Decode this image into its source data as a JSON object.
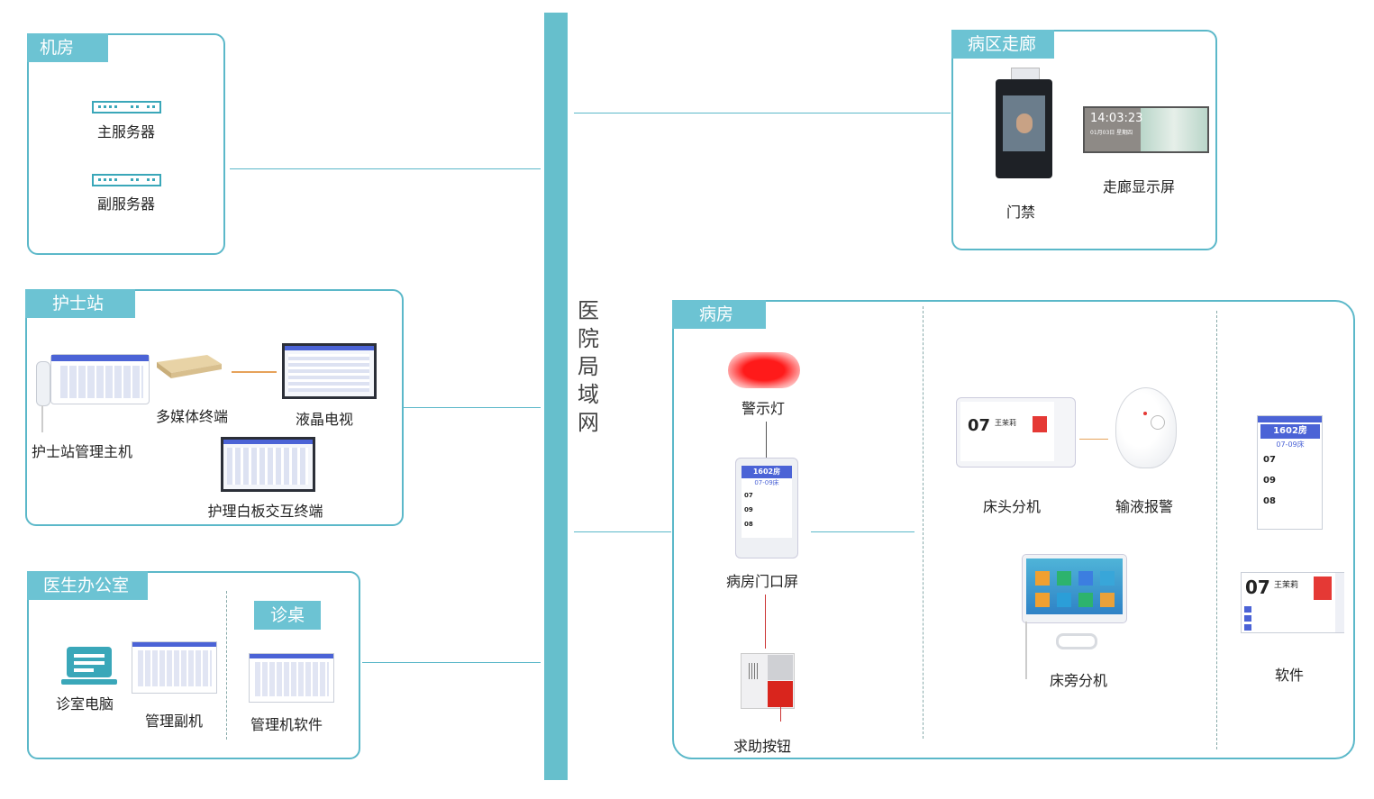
{
  "network_title": "医院局域网",
  "server_room": {
    "tab": "机房",
    "primary_server": "主服务器",
    "backup_server": "副服务器"
  },
  "nurse_station": {
    "tab": "护士站",
    "host": "护士站管理主机",
    "media_terminal": "多媒体终端",
    "lcd_tv": "液晶电视",
    "whiteboard": "护理白板交互终端"
  },
  "doctor_office": {
    "tab": "医生办公室",
    "clinic_pc": "诊室电脑",
    "secondary": "管理副机",
    "desk_tab": "诊桌",
    "software": "管理机软件"
  },
  "corridor": {
    "tab": "病区走廊",
    "access": "门禁",
    "display": "走廊显示屏",
    "display_time": "14:03:23",
    "display_date": "01月03日 星期四"
  },
  "ward": {
    "tab": "病房",
    "warning_light": "警示灯",
    "door_screen": "病房门口屏",
    "call_button": "求助按钮",
    "bedhead": "床头分机",
    "infusion_alarm": "输液报警",
    "bedside": "床旁分机",
    "software": "软件",
    "room_no": "1602房",
    "bed_range": "07-09床",
    "bed_numbers": [
      "07",
      "09",
      "08"
    ],
    "bed_no": "07",
    "patient": "王茉莉"
  },
  "colors": {
    "accent": "#5bb8c9",
    "tab": "#6cc3d3",
    "screen_blue": "#4b63d6",
    "alert_red": "#e53935",
    "orange": "#e6a25a"
  }
}
